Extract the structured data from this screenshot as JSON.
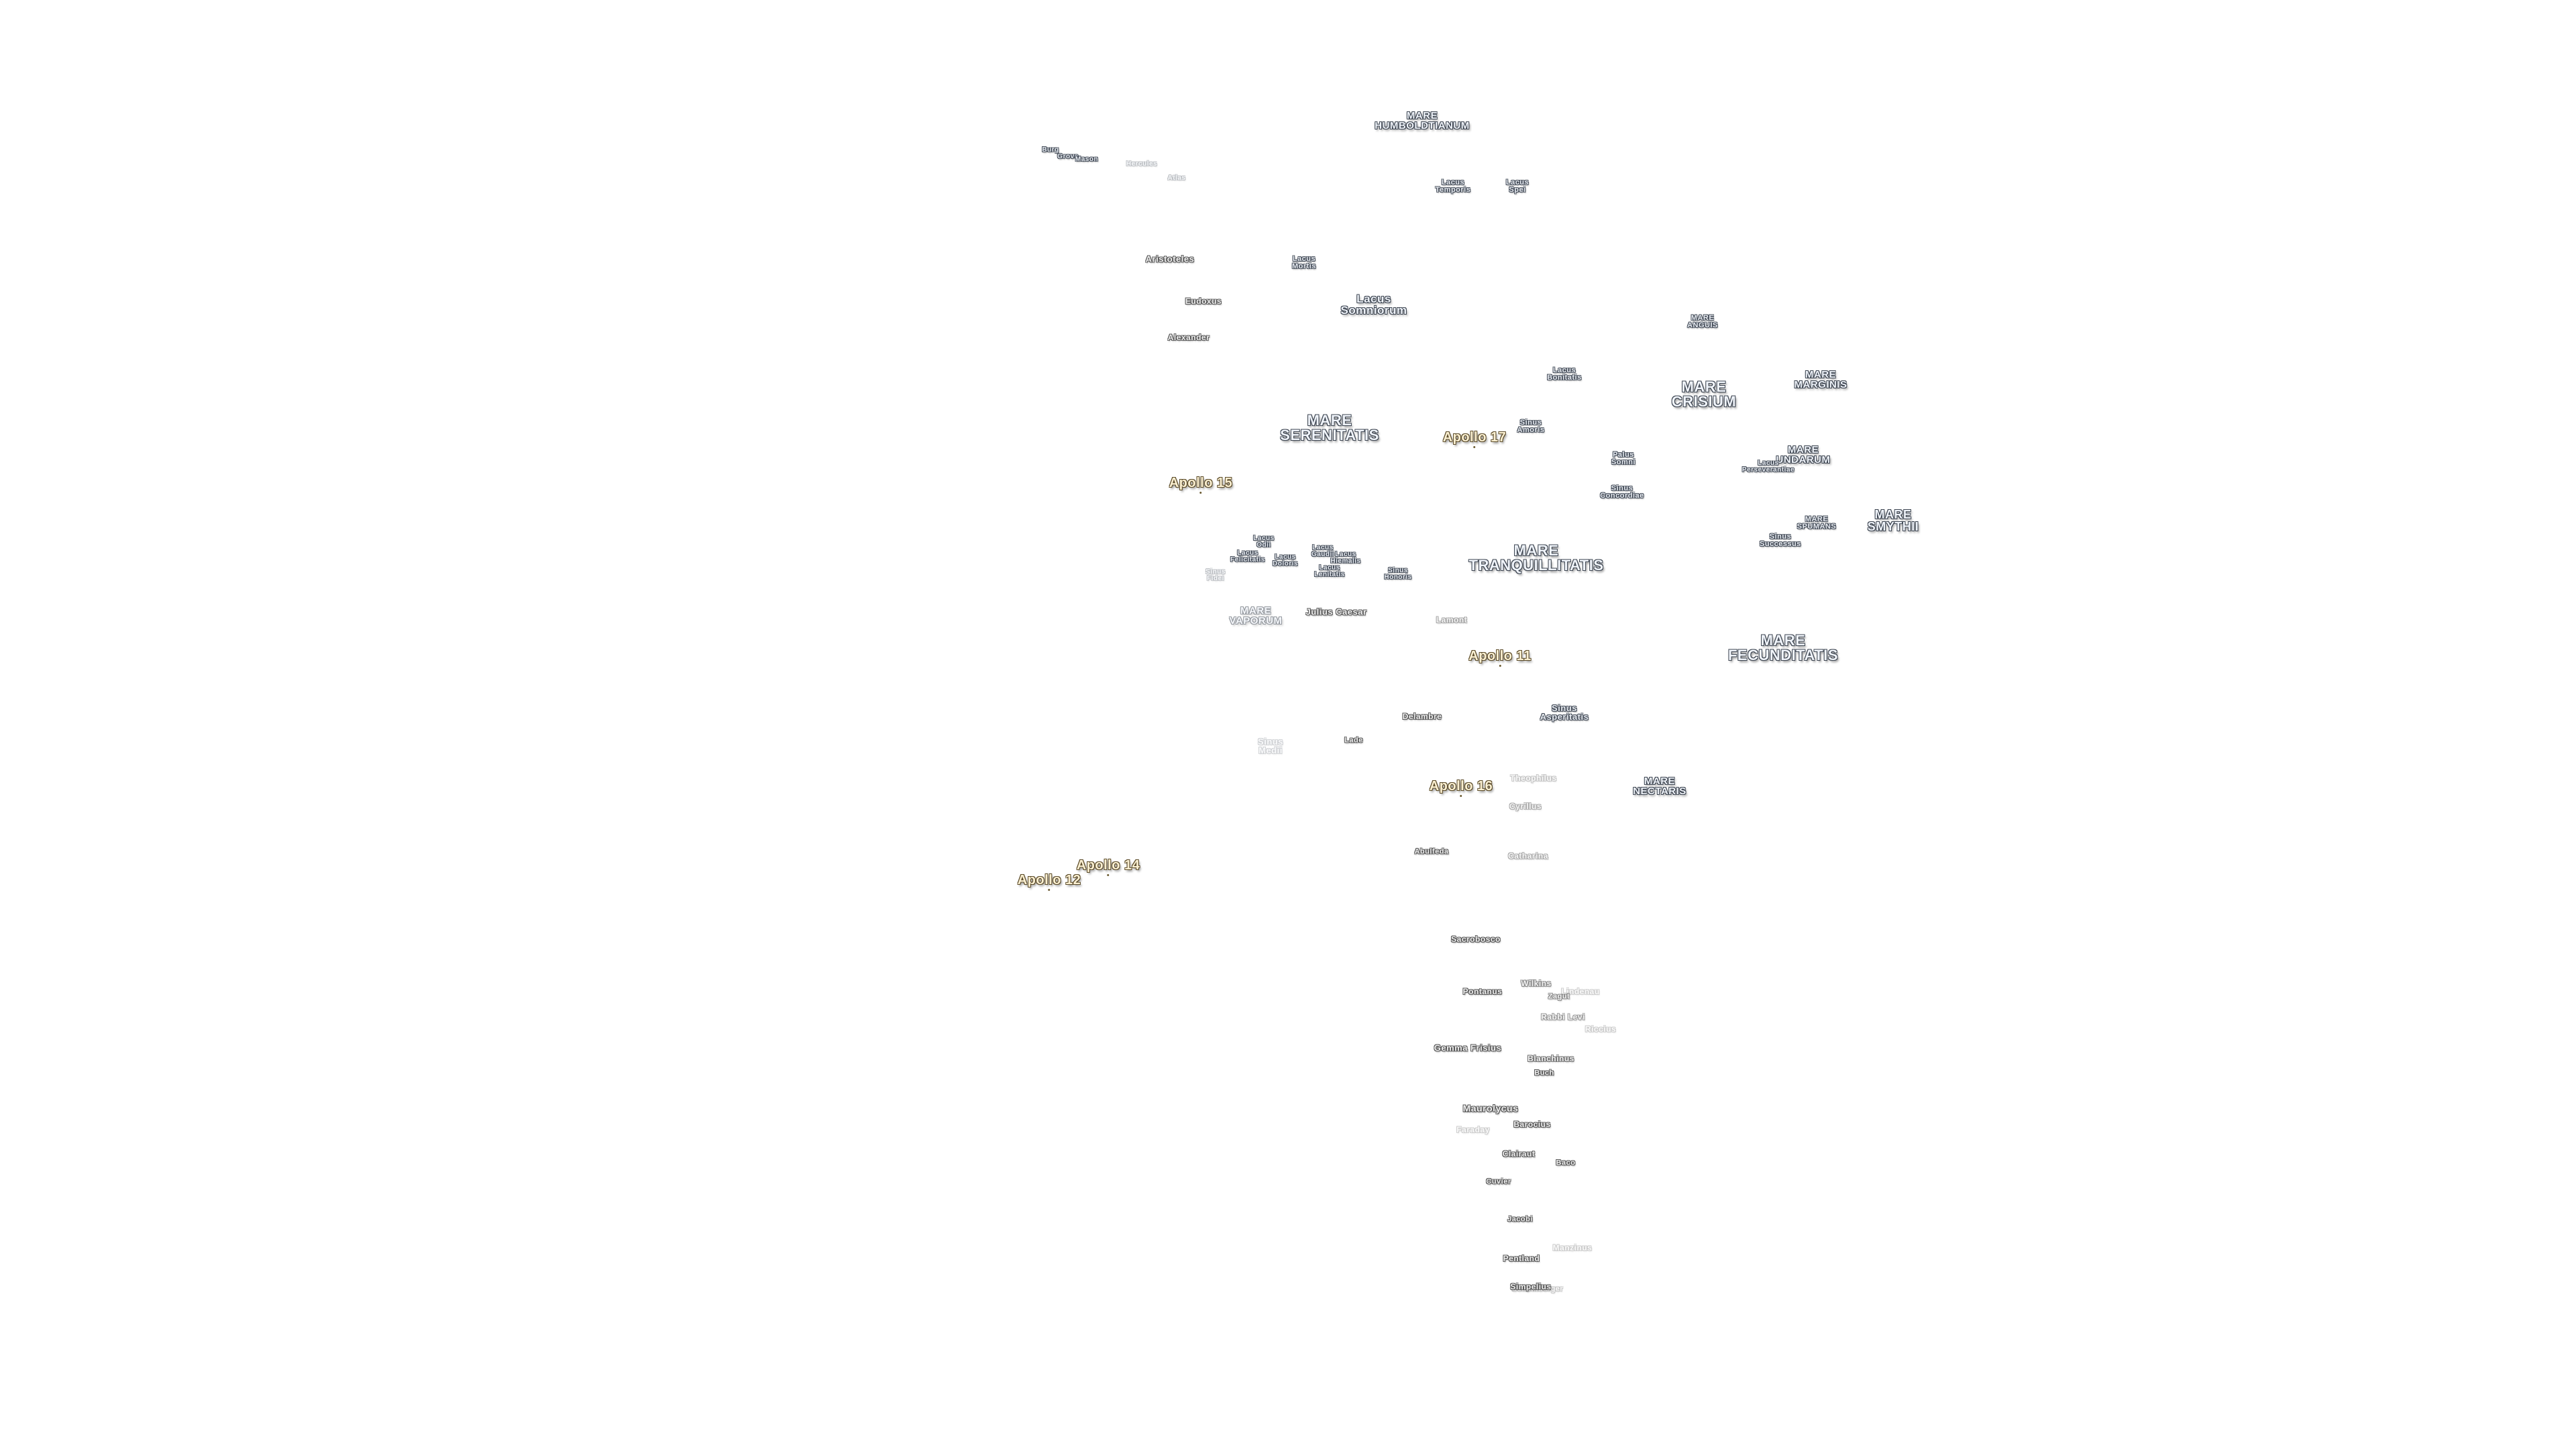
{
  "features": {
    "mare_humboldtianum": "MARE\nHUMBOLDTIANUM",
    "lacus_temporis": "Lacus\nTemporis",
    "lacus_spei": "Lacus\nSpei",
    "aristoteles": "Aristoteles",
    "lacus_mortis": "Lacus\nMortis",
    "lacus_somniorum": "Lacus\nSomniorum",
    "eudoxus": "Eudoxus",
    "alexander": "Alexander",
    "mare_anguis": "MARE\nANGUIS",
    "lacus_bonitatis": "Lacus\nBonitatis",
    "mare_crisium": "MARE\nCRISIUM",
    "mare_marginis": "MARE\nMARGINIS",
    "mare_serenitatis": "MARE\nSERENITATIS",
    "sinus_amoris": "Sinus\nAmoris",
    "palus_somni": "Palus\nSomni",
    "mare_undarum": "MARE\nUNDARUM",
    "lacus_perseverantiae": "Lacus\nPerseverantiae",
    "sinus_concordiae": "Sinus\nConcordiae",
    "mare_spumans": "MARE\nSPUMANS",
    "mare_smythii": "MARE\nSMYTHII",
    "sinus_successus": "Sinus\nSuccessus",
    "lacus_felicitatis": "Lacus\nFelicitatis",
    "lacus_odii": "Lacus\nOdii",
    "lacus_doloris": "Lacus\nDoloris",
    "lacus_gaudii": "Lacus\nGaudii",
    "lacus_lenitatis": "Lacus\nLenitatis",
    "lacus_hiemalis": "Lacus\nHiemalis",
    "lacus_lenitatis_2": "Lacus\nLenitatis",
    "sinus_honoris": "Sinus\nHonoris",
    "sinus_fidei": "Sinus\nFidei",
    "mare_tranquillitatis": "MARE\nTRANQUILLITATIS",
    "mare_vaporum": "MARE\nVAPORUM",
    "julius_caesar": "Julius Caesar",
    "lamont": "Lamont",
    "mare_fecunditatis": "MARE\nFECUNDITATIS",
    "delambre": "Delambre",
    "sinus_asperitatis": "Sinus\nAsperitatis",
    "sinus_medii": "Sinus\nMedii",
    "lade": "Lade",
    "theophilus": "Theophilus",
    "mare_nectaris": "MARE\nNECTARIS",
    "cyrillus": "Cyrillus",
    "abulfeda": "Abulfeda",
    "catharina": "Catharina",
    "sacrobosco": "Sacrobosco",
    "wilkins": "Wilkins",
    "zagut": "Zagut",
    "lindenau": "Lindenau",
    "pontanus": "Pontanus",
    "rabbi_levi": "Rabbi Levi",
    "riccius": "Riccius",
    "gemma_frisius": "Gemma Frisius",
    "blanchinus": "Blanchinus",
    "buch": "Buch",
    "maurolycus": "Maurolycus",
    "barocius": "Barocius",
    "faraday": "Faraday",
    "clairaut": "Clairaut",
    "baco": "Baco",
    "cuvier": "Cuvier",
    "jacobi": "Jacobi",
    "pentland": "Pentland",
    "maginus_small": "Manzinus",
    "simpelius": "Simpelius",
    "schomberger": "Schomberger",
    "nw_burg": "Burg",
    "nw_grove": "Grove",
    "nw_mason": "Mason",
    "nw_hercules": "Hercules",
    "nw_atlas": "Atlas"
  },
  "apollo": {
    "a11": "Apollo 11",
    "a12": "Apollo 12",
    "a14": "Apollo 14",
    "a15": "Apollo 15",
    "a16": "Apollo 16",
    "a17": "Apollo 17"
  }
}
